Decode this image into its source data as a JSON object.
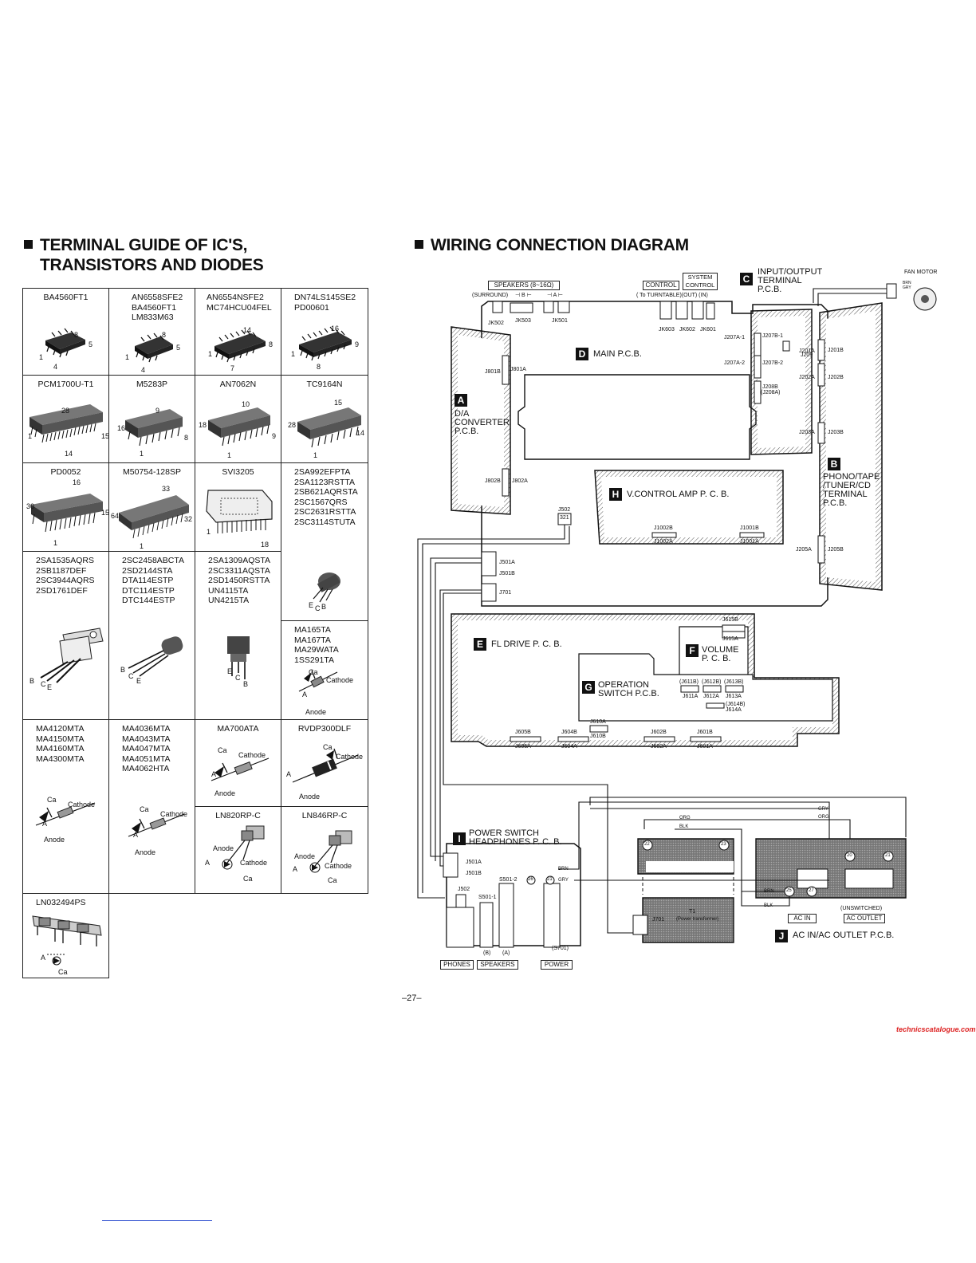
{
  "left": {
    "title_line1": "TERMINAL GUIDE OF IC'S,",
    "title_line2": "TRANSISTORS AND DIODES",
    "cells": {
      "r1c1": "BA4560FT1",
      "r1c2": "AN6558SFE2\nBA4560FT1\nLM833M63",
      "r1c3": "AN6554NSFE2\nMC74HCU04FEL",
      "r1c4": "DN74LS145SE2\nPD00601",
      "r2c1": "PCM1700U-T1",
      "r2c2": "M5283P",
      "r2c3": "AN7062N",
      "r2c4": "TC9164N",
      "r3c1": "PD0052",
      "r3c2": "M50754-128SP",
      "r3c3": "SVI3205",
      "r3c4": "2SA992EFPTA\n2SA1123RSTTA\n2SB621AQRSTA\n2SC1567QRS\n2SC2631RSTTA\n2SC3114STUTA",
      "r4c1": "2SA1535AQRS\n2SB1187DEF\n2SC3944AQRS\n2SD1761DEF",
      "r4c2": "2SC2458ABCTA\n2SD2144STA\nDTA114ESTP\nDTC114ESTP\nDTC144ESTP",
      "r4c3": "2SA1309AQSTA\n2SC3311AQSTA\n2SD1450RSTTA\nUN4115TA\nUN4215TA",
      "r4c4b": "MA165TA\nMA167TA\nMA29WATA\n1SS291TA",
      "r5c1": "MA4120MTA\nMA4150MTA\nMA4160MTA\nMA4300MTA",
      "r5c2": "MA4036MTA\nMA4043MTA\nMA4047MTA\nMA4051MTA\nMA4062HTA",
      "r5c3": "MA700ATA",
      "r5c4": "RVDP300DLF",
      "r5c3b": "LN820RP-C",
      "r5c4b": "LN846RP-C",
      "r6c1": "LN032494PS"
    },
    "pins": {
      "p8": "8",
      "p5": "5",
      "p1": "1",
      "p4": "4",
      "p14": "14",
      "p7": "7",
      "p16": "16",
      "p9": "9",
      "p28": "28",
      "p15": "15",
      "p10": "10",
      "p18": "18",
      "p30": "30",
      "p33": "33",
      "p64": "64",
      "p32": "32"
    },
    "terms": {
      "ca": "Ca",
      "cathode": "Cathode",
      "a": "A",
      "anode": "Anode",
      "b": "B",
      "c": "C",
      "e": "E"
    }
  },
  "right": {
    "title": "WIRING CONNECTION DIAGRAM",
    "boards": {
      "A": [
        "D/A",
        "CONVERTER",
        "P.C.B."
      ],
      "B": [
        "PHONO/TAPE",
        "/TUNER/CD",
        "TERMINAL",
        "P.C.B."
      ],
      "C": [
        "INPUT/OUTPUT",
        "TERMINAL",
        "P.C.B."
      ],
      "D": "MAIN P.C.B.",
      "E": "FL DRIVE P. C. B.",
      "F": [
        "VOLUME",
        "P. C. B."
      ],
      "G": [
        "OPERATION",
        "SWITCH P.C.B."
      ],
      "H": "V.CONTROL AMP P. C. B.",
      "I": [
        "POWER SWITCH",
        "HEADPHONES P. C. B."
      ],
      "J": "AC IN/AC OUTLET P.C.B."
    },
    "labels": {
      "speakers": "SPEAKERS (8~16Ω)",
      "surround": "(SURROUND)",
      "sp_b": "⊣ B ⊢",
      "sp_a": "⊣ A ⊢",
      "control": "CONTROL",
      "system_control": "SYSTEM CONTROL",
      "turntable": "( To TURNTABLE)(OUT)  (IN)",
      "fan_motor": "FAN MOTOR",
      "brn": "BRN",
      "gry": "GRY",
      "org": "ORG",
      "blk": "BLK",
      "unswitched": "(UNSWITCHED)",
      "ac_in": "AC IN",
      "ac_outlet": "AC OUTLET",
      "t1": "T1",
      "power_transformer": "(Power transformer)",
      "phones": "PHONES",
      "speakers_btn": "SPEAKERS",
      "power": "POWER",
      "s_b": "(B)",
      "s_a": "(A)"
    },
    "connectors": {
      "jk502": "JK502",
      "jk503": "JK503",
      "jk501": "JK501",
      "jk603": "JK603",
      "jk602": "JK602",
      "jk601": "JK601",
      "j801b": "J801B",
      "j801a": "J801A",
      "j802b": "J802B",
      "j802a": "J802A",
      "j207a1": "J207A-1",
      "j207b1": "J207B-1",
      "j207a2": "J207A-2",
      "j207b2": "J207B-2",
      "j208b": "J208B",
      "j208a": "(J208A)",
      "j209": "J209",
      "j201a": "J201A",
      "j201b": "J201B",
      "j202a": "J202A",
      "j202b": "J202B",
      "j203a": "J203A",
      "j203b": "J203B",
      "j205a": "J205A",
      "j205b": "J205B",
      "j502": "J502",
      "j502n": "321",
      "j1002b": "J1002B",
      "j1002a": "J1002A",
      "j1001b": "J1001B",
      "j1001a": "J1001A",
      "j501a": "J501A",
      "j501b": "J501B",
      "j701": "J701",
      "j615b": "J615B",
      "j615a": "J615A",
      "j611b": "(J611B)",
      "j612b": "(J612B)",
      "j613b": "(J613B)",
      "j611a": "J611A",
      "j612a": "J612A",
      "j613a": "J613A",
      "j614b": "(J614B)",
      "j614a": "J614A",
      "j610a": "J610A",
      "j610b": "J610B",
      "j605b": "J605B",
      "j605a": "J605A",
      "j604b": "J604B",
      "j604a": "J604A",
      "j602b": "J602B",
      "j602a": "J602A",
      "j601b": "J601B",
      "j601a": "J601A",
      "s501_2": "S501-2",
      "s501_1": "S501-1",
      "s701": "(S701)",
      "n20": "20",
      "n21": "21",
      "n22": "22",
      "n23": "23",
      "n25": "25",
      "n26": "26",
      "n27": "27"
    }
  },
  "footer": {
    "page": "–27–",
    "watermark": "technicscatalogue.com"
  }
}
